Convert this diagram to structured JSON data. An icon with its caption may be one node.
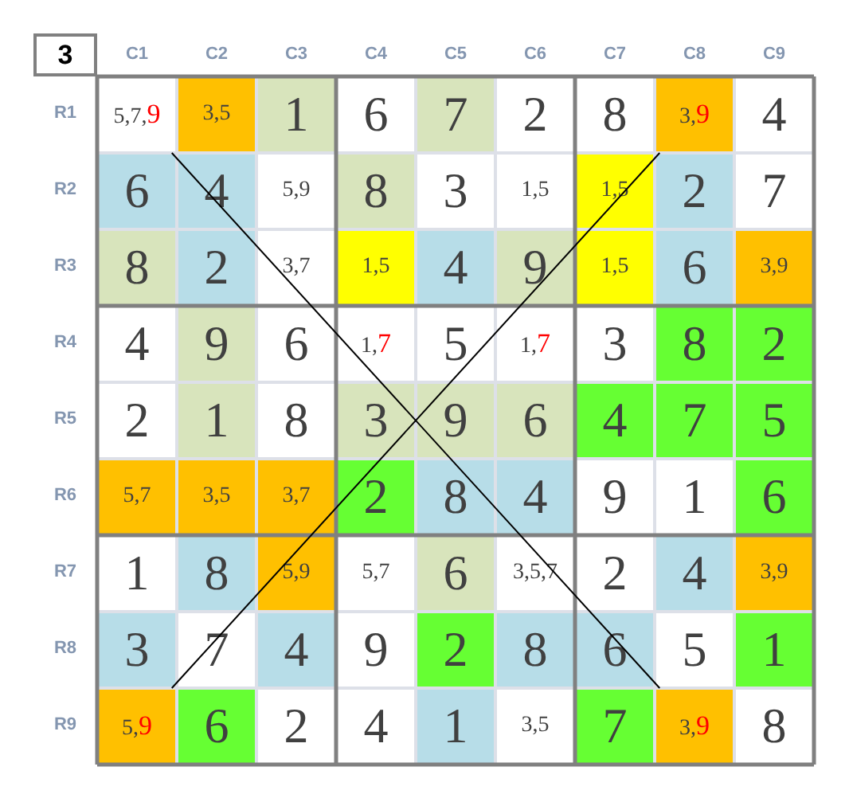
{
  "diagram": {
    "nodes": [
      {
        "text": [
          "5,7,9"
        ]
      },
      {
        "text": [
          "3,9"
        ]
      },
      {
        "text": [
          "5,9"
        ]
      },
      {
        "text": [
          "3,9"
        ]
      }
    ],
    "edges": [
      {
        "from": 0,
        "to": 3,
        "arrow": "none"
      },
      {
        "from": 2,
        "to": 1,
        "arrow": "none"
      }
    ],
    "labels": [
      "3",
      "C1",
      "C2",
      "C3",
      "C4",
      "C5",
      "C6",
      "C7",
      "C8",
      "C9",
      "R1",
      "R2",
      "R3",
      "R4",
      "R5",
      "R6",
      "R7",
      "R8",
      "R9",
      "3,5",
      "1",
      "6",
      "7",
      "2",
      "8",
      "4",
      "6",
      "4",
      "5,9",
      "8",
      "3",
      "1,5",
      "1,5",
      "2",
      "7",
      "8",
      "2",
      "3,7",
      "1,5",
      "4",
      "9",
      "1,5",
      "6",
      "3,9",
      "4",
      "9",
      "6",
      "1,7",
      "5",
      "1,7",
      "3",
      "8",
      "2",
      "2",
      "1",
      "8",
      "3",
      "9",
      "6",
      "4",
      "7",
      "5",
      "5,7",
      "3,5",
      "3,7",
      "2",
      "8",
      "4",
      "9",
      "1",
      "6",
      "1",
      "8",
      "5,9",
      "5,7",
      "6",
      "3,5,7",
      "2",
      "4",
      "3,9",
      "3",
      "7",
      "4",
      "9",
      "2",
      "8",
      "6",
      "5",
      "1",
      "6",
      "2",
      "4",
      "1",
      "3,5",
      "7",
      "8"
    ]
  }
}
